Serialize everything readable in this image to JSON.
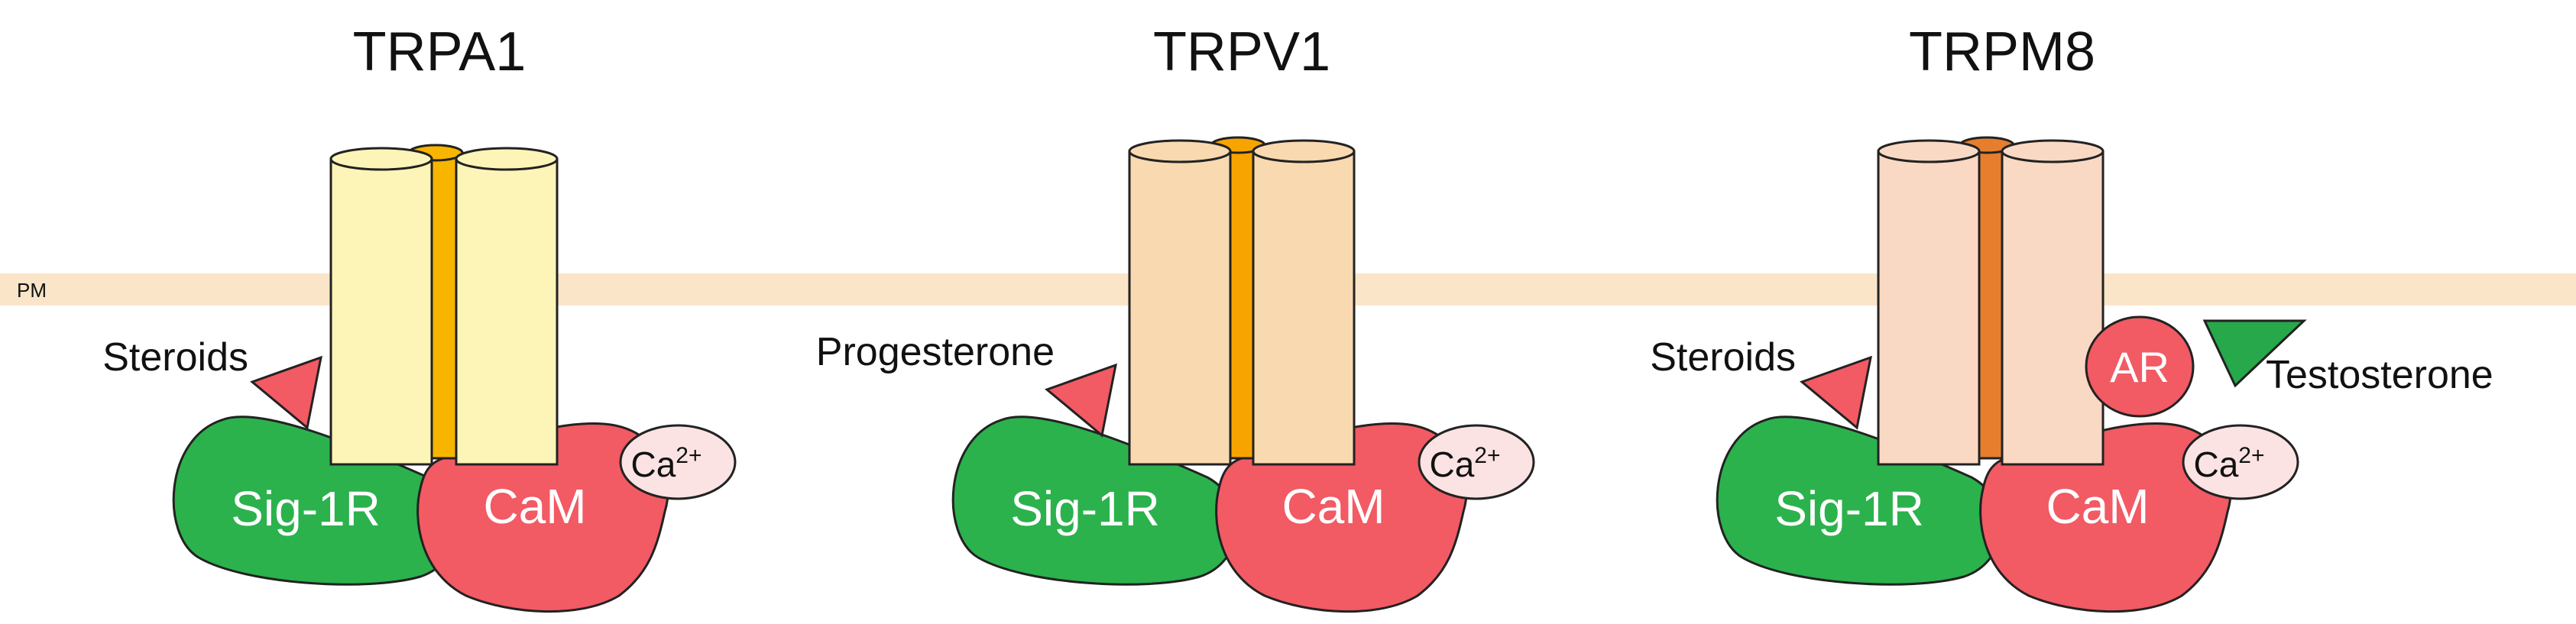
{
  "membrane": {
    "label": "PM",
    "color": "#fae5c8"
  },
  "channels": [
    {
      "title": "TRPA1",
      "side_color": "#fdf5b8",
      "core_color": "#f7b500",
      "ligand": "Steroids",
      "sig_label": "Sig-1R",
      "cam_label": "CaM",
      "ion_base": "Ca",
      "ion_charge": "2+"
    },
    {
      "title": "TRPV1",
      "side_color": "#f9d9b0",
      "core_color": "#f8a400",
      "ligand": "Progesterone",
      "sig_label": "Sig-1R",
      "cam_label": "CaM",
      "ion_base": "Ca",
      "ion_charge": "2+"
    },
    {
      "title": "TRPM8",
      "side_color": "#fad9c4",
      "core_color": "#e67e2d",
      "ligand": "Steroids",
      "sig_label": "Sig-1R",
      "cam_label": "CaM",
      "ion_base": "Ca",
      "ion_charge": "2+",
      "ar_label": "AR",
      "androgen_label": "Testosterone"
    }
  ],
  "colors": {
    "sig": "#2bb24c",
    "cam": "#f25a64",
    "ion": "#fbe3e3",
    "steroid": "#f25a64",
    "testosterone": "#27a84a",
    "outline": "#222222"
  }
}
